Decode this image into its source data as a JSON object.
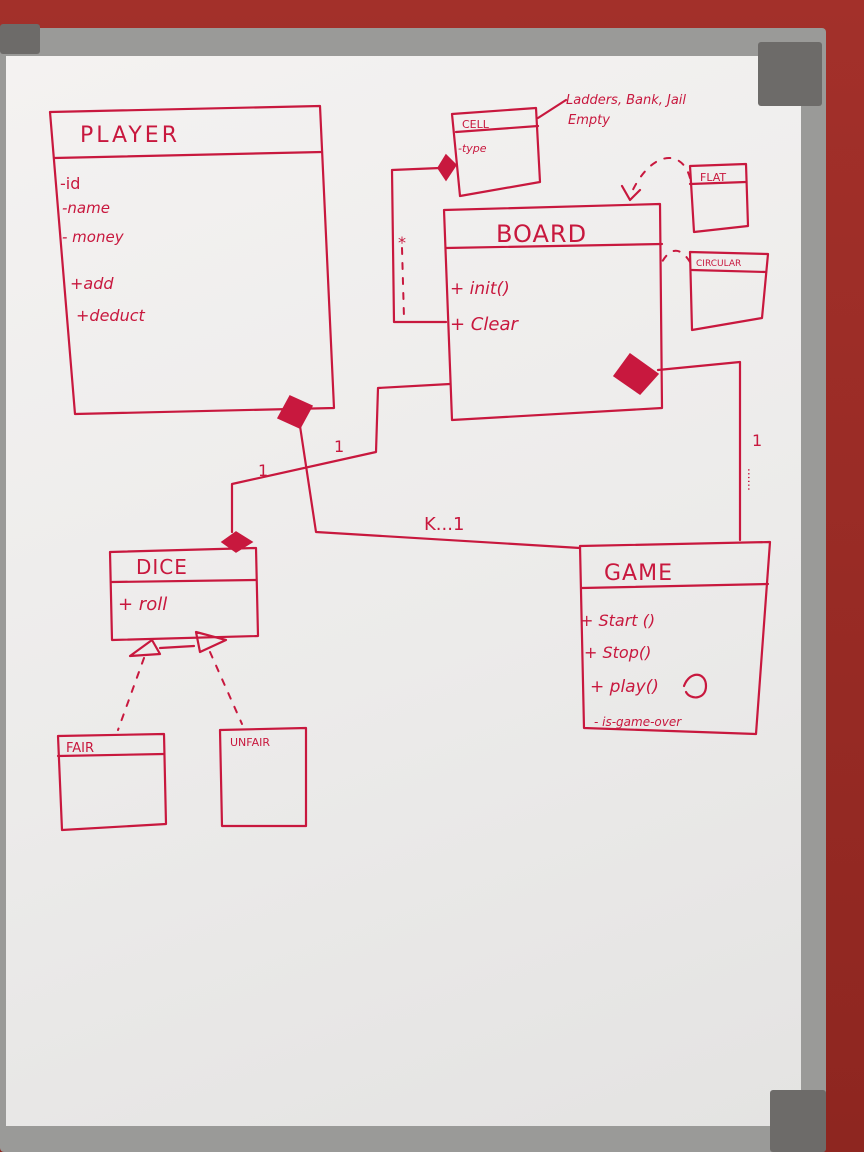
{
  "whiteboard": {
    "ink_color": "#c8183e",
    "board_color": "#efeeed",
    "wall_color": "#9c2a22",
    "frame_color": "#9a9a98"
  },
  "player": {
    "title": "PLAYER",
    "attributes": [
      "-id",
      "-name",
      "- money"
    ],
    "methods": [
      "+add",
      "+deduct"
    ]
  },
  "cell": {
    "title": "CELL",
    "attributes": [
      "-type"
    ]
  },
  "cell_note": {
    "line1": "Ladders, Bank, Jail",
    "line2": "Empty"
  },
  "board": {
    "title": "BOARD",
    "methods": [
      "+ init()",
      "+ Clear"
    ]
  },
  "flat": {
    "title": "FLAT"
  },
  "circular": {
    "title": "CIRCULAR"
  },
  "dice": {
    "title": "DICE",
    "methods": [
      "+ roll"
    ]
  },
  "game": {
    "title": "GAME",
    "methods": [
      "+ Start ()",
      "+ Stop()",
      "+ play()"
    ],
    "attributes": [
      "- is-game-over"
    ]
  },
  "fair": {
    "title": "FAIR"
  },
  "unfair": {
    "title": "UNFAIR"
  },
  "multiplicities": {
    "player_game": "K...1",
    "cell_board_marker": "*",
    "board_dice_a": "1",
    "board_dice_b": "1",
    "game_board": "1",
    "game_board_dots": "......"
  }
}
